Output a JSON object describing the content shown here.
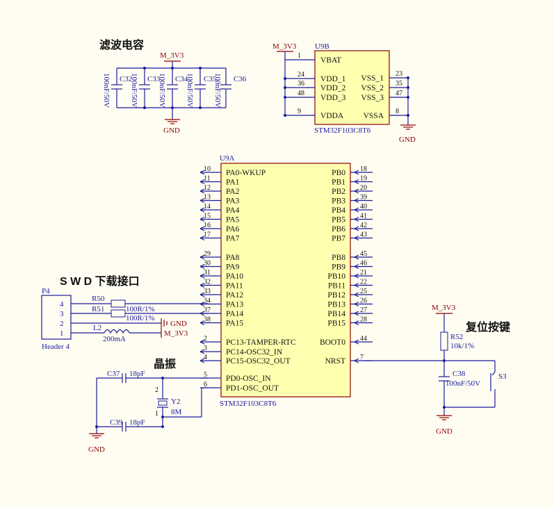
{
  "sections": {
    "filter_caps": "滤波电容",
    "swd": "S W D 下载接口",
    "crystal": "晶振",
    "reset": "复位按键"
  },
  "nets": {
    "vcc": "M_3V3",
    "gnd": "GND"
  },
  "colors": {
    "background": "#fffdf2",
    "wire": "#1a1a9a",
    "chip_fill": "#ffffb0",
    "chip_border": "#8b0000",
    "power": "#8b0000"
  },
  "filter_caps": [
    {
      "ref": "C32",
      "value": "100nF/50V"
    },
    {
      "ref": "C33",
      "value": "100nF/50V"
    },
    {
      "ref": "C34",
      "value": "100nF/50V"
    },
    {
      "ref": "C35",
      "value": "100nF/50V"
    },
    {
      "ref": "C36",
      "value": "100nF/50V"
    }
  ],
  "u9b": {
    "ref": "U9B",
    "part": "STM32F103C8T6",
    "left_pins": [
      {
        "num": "1",
        "name": "VBAT"
      },
      {
        "num": "24",
        "name": "VDD_1"
      },
      {
        "num": "36",
        "name": "VDD_2"
      },
      {
        "num": "48",
        "name": "VDD_3"
      },
      {
        "num": "9",
        "name": "VDDA"
      }
    ],
    "right_pins": [
      {
        "num": "23",
        "name": "VSS_1"
      },
      {
        "num": "35",
        "name": "VSS_2"
      },
      {
        "num": "47",
        "name": "VSS_3"
      },
      {
        "num": "8",
        "name": "VSSA"
      }
    ]
  },
  "u9a": {
    "ref": "U9A",
    "part": "STM32F103C8T6",
    "left_pins": [
      {
        "num": "10",
        "name": "PA0-WKUP"
      },
      {
        "num": "11",
        "name": "PA1"
      },
      {
        "num": "12",
        "name": "PA2"
      },
      {
        "num": "13",
        "name": "PA3"
      },
      {
        "num": "14",
        "name": "PA4"
      },
      {
        "num": "15",
        "name": "PA5"
      },
      {
        "num": "16",
        "name": "PA6"
      },
      {
        "num": "17",
        "name": "PA7"
      },
      {
        "num": "29",
        "name": "PA8"
      },
      {
        "num": "30",
        "name": "PA9"
      },
      {
        "num": "31",
        "name": "PA10"
      },
      {
        "num": "32",
        "name": "PA11"
      },
      {
        "num": "33",
        "name": "PA12"
      },
      {
        "num": "34",
        "name": "PA13"
      },
      {
        "num": "37",
        "name": "PA14"
      },
      {
        "num": "38",
        "name": "PA15"
      },
      {
        "num": "2",
        "name": "PC13-TAMPER-RTC"
      },
      {
        "num": "3",
        "name": "PC14-OSC32_IN"
      },
      {
        "num": "4",
        "name": "PC15-OSC32_OUT"
      },
      {
        "num": "5",
        "name": "PD0-OSC_IN"
      },
      {
        "num": "6",
        "name": "PD1-OSC_OUT"
      }
    ],
    "right_pins": [
      {
        "num": "18",
        "name": "PB0"
      },
      {
        "num": "19",
        "name": "PB1"
      },
      {
        "num": "20",
        "name": "PB2"
      },
      {
        "num": "39",
        "name": "PB3"
      },
      {
        "num": "40",
        "name": "PB4"
      },
      {
        "num": "41",
        "name": "PB5"
      },
      {
        "num": "42",
        "name": "PB6"
      },
      {
        "num": "43",
        "name": "PB7"
      },
      {
        "num": "45",
        "name": "PB8"
      },
      {
        "num": "46",
        "name": "PB9"
      },
      {
        "num": "21",
        "name": "PB10"
      },
      {
        "num": "22",
        "name": "PB11"
      },
      {
        "num": "25",
        "name": "PB12"
      },
      {
        "num": "26",
        "name": "PB13"
      },
      {
        "num": "27",
        "name": "PB14"
      },
      {
        "num": "28",
        "name": "PB15"
      },
      {
        "num": "44",
        "name": "BOOT0"
      },
      {
        "num": "7",
        "name": "NRST"
      }
    ]
  },
  "header": {
    "ref": "P4",
    "name": "Header 4",
    "pins": [
      "4",
      "3",
      "2",
      "1"
    ]
  },
  "swd_parts": {
    "r50": {
      "ref": "R50",
      "value": "100R/1%"
    },
    "r51": {
      "ref": "R51",
      "value": "100R/1%"
    },
    "l2": {
      "ref": "L2",
      "value": "200mA"
    }
  },
  "crystal_parts": {
    "c37": {
      "ref": "C37",
      "value": "18pF"
    },
    "c39": {
      "ref": "C39",
      "value": "18pF"
    },
    "y2": {
      "ref": "Y2",
      "value": "8M",
      "pin1": "1",
      "pin2": "2"
    }
  },
  "reset_parts": {
    "r52": {
      "ref": "R52",
      "value": "10k/1%"
    },
    "c38": {
      "ref": "C38",
      "value": "100nF/50V"
    },
    "s3": {
      "ref": "S3"
    }
  }
}
